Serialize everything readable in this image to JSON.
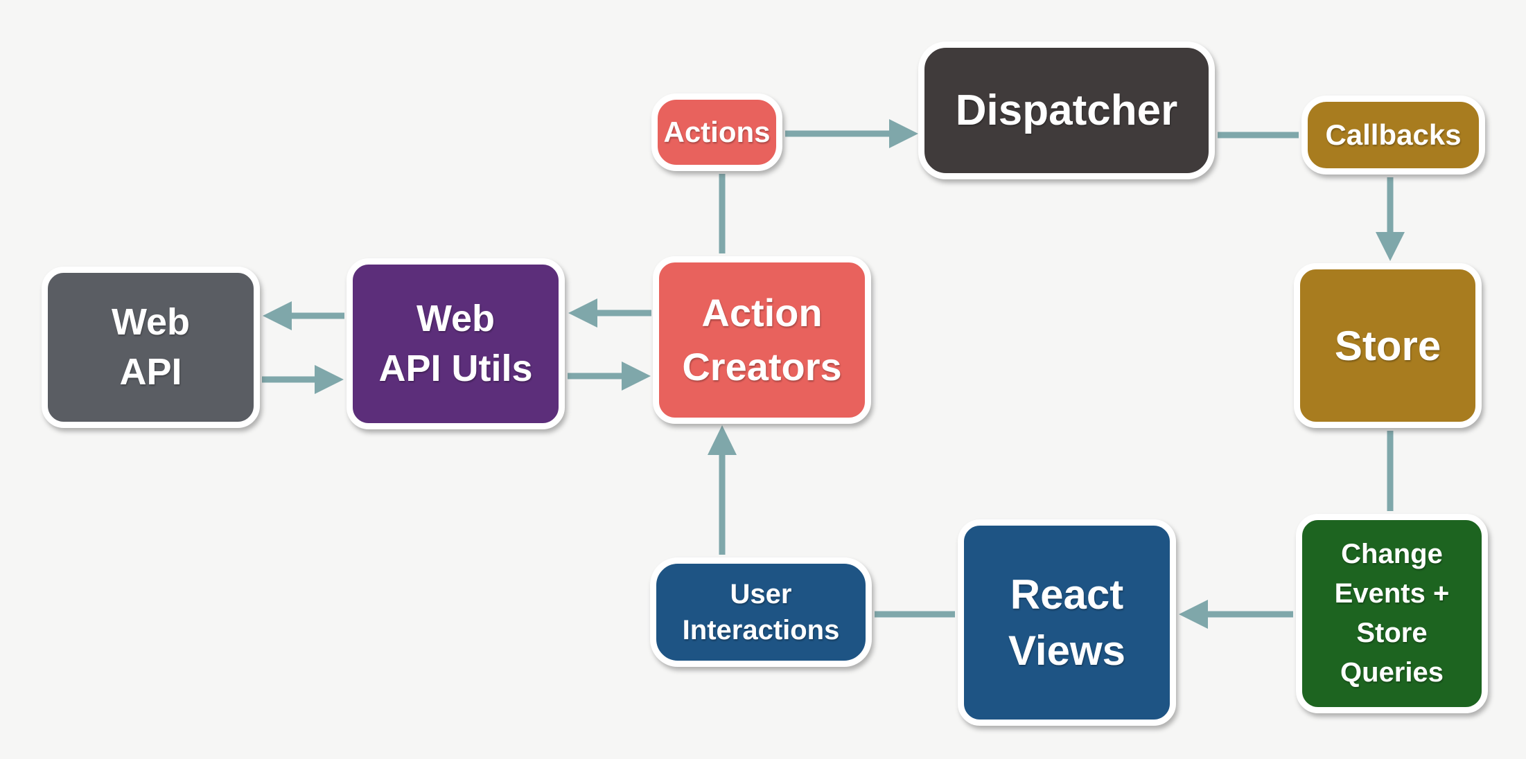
{
  "nodes": {
    "web_api": {
      "label": "Web\nAPI",
      "color": "#5A5D63"
    },
    "web_api_utils": {
      "label": "Web\nAPI Utils",
      "color": "#5C2E7A"
    },
    "action_creators": {
      "label": "Action\nCreators",
      "color": "#E8625D"
    },
    "actions": {
      "label": "Actions",
      "color": "#E8625D"
    },
    "dispatcher": {
      "label": "Dispatcher",
      "color": "#403B3B"
    },
    "callbacks": {
      "label": "Callbacks",
      "color": "#A87C1F"
    },
    "store": {
      "label": "Store",
      "color": "#A87C1F"
    },
    "change_events": {
      "label": "Change\nEvents +\nStore\nQueries",
      "color": "#1D6420"
    },
    "react_views": {
      "label": "React\nViews",
      "color": "#1E5484"
    },
    "user_interactions": {
      "label": "User\nInteractions",
      "color": "#1E5484"
    }
  },
  "edges": [
    {
      "from": "Actions",
      "to": "Dispatcher",
      "arrowhead": true
    },
    {
      "from": "Dispatcher",
      "to": "Callbacks",
      "arrowhead": false
    },
    {
      "from": "Callbacks",
      "to": "Store",
      "arrowhead": true
    },
    {
      "from": "Store",
      "to": "Change Events + Store Queries",
      "arrowhead": false
    },
    {
      "from": "Change Events + Store Queries",
      "to": "React Views",
      "arrowhead": true
    },
    {
      "from": "React Views",
      "to": "User Interactions",
      "arrowhead": false
    },
    {
      "from": "User Interactions",
      "to": "Action Creators",
      "arrowhead": true
    },
    {
      "from": "Action Creators",
      "to": "Actions",
      "arrowhead": false
    },
    {
      "from": "Action Creators",
      "to": "Web API Utils",
      "arrowhead": true
    },
    {
      "from": "Web API Utils",
      "to": "Action Creators",
      "arrowhead": true
    },
    {
      "from": "Web API Utils",
      "to": "Web API",
      "arrowhead": true
    },
    {
      "from": "Web API",
      "to": "Web API Utils",
      "arrowhead": true
    }
  ],
  "colors": {
    "background": "#F6F6F5",
    "connector": "#7FA7AA",
    "node_border": "#FFFFFF",
    "text": "#FFFFFF"
  }
}
